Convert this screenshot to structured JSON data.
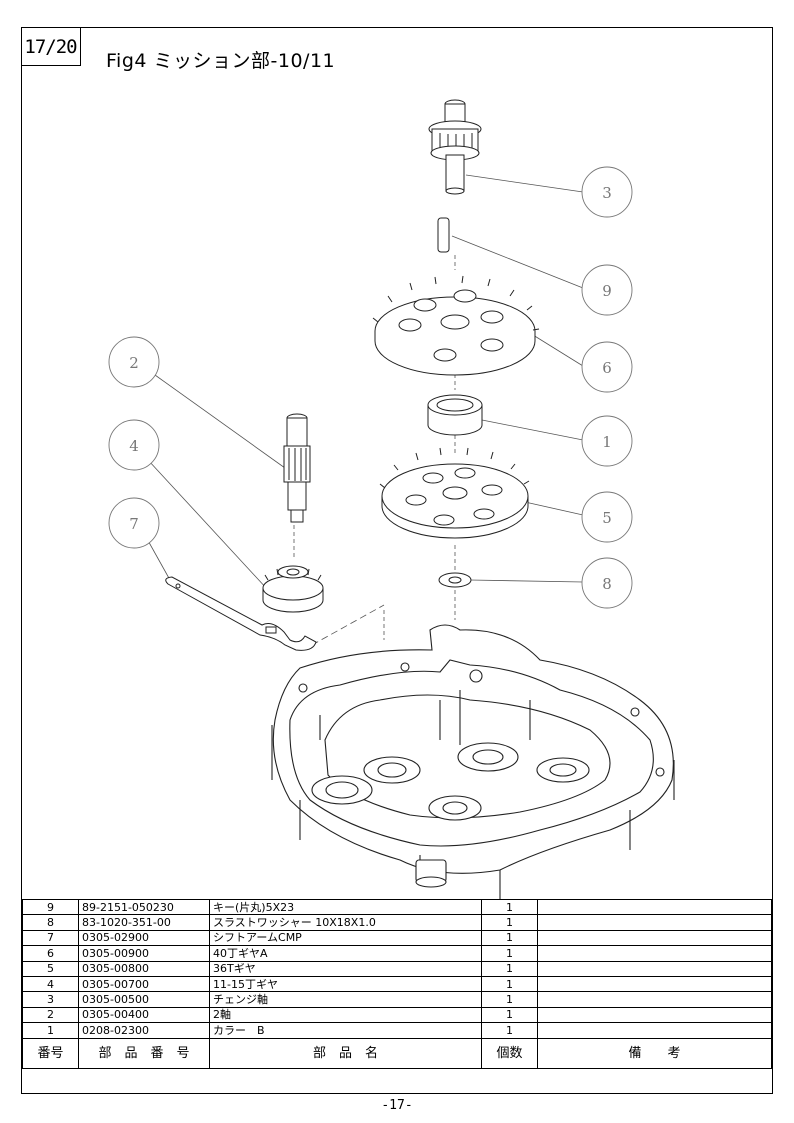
{
  "header": {
    "page_box": "17/20",
    "title": "Fig4 ミッション部-10/11"
  },
  "callouts": [
    "3",
    "9",
    "6",
    "1",
    "5",
    "8",
    "2",
    "4",
    "7"
  ],
  "table": {
    "headers": [
      "番号",
      "部　品　番　号",
      "部　品　名",
      "個数",
      "備　　考"
    ],
    "rows": [
      {
        "no": "9",
        "part_no": "89-2151-050230",
        "name": "キー(片丸)5X23",
        "qty": "1",
        "note": ""
      },
      {
        "no": "8",
        "part_no": "83-1020-351-00",
        "name": "スラストワッシャー 10X18X1.0",
        "qty": "1",
        "note": ""
      },
      {
        "no": "7",
        "part_no": "0305-02900",
        "name": "シフトアームCMP",
        "qty": "1",
        "note": ""
      },
      {
        "no": "6",
        "part_no": "0305-00900",
        "name": "40丁ギヤA",
        "qty": "1",
        "note": ""
      },
      {
        "no": "5",
        "part_no": "0305-00800",
        "name": "36Tギヤ",
        "qty": "1",
        "note": ""
      },
      {
        "no": "4",
        "part_no": "0305-00700",
        "name": "11-15丁ギヤ",
        "qty": "1",
        "note": ""
      },
      {
        "no": "3",
        "part_no": "0305-00500",
        "name": "チェンジ軸",
        "qty": "1",
        "note": ""
      },
      {
        "no": "2",
        "part_no": "0305-00400",
        "name": "2軸",
        "qty": "1",
        "note": ""
      },
      {
        "no": "1",
        "part_no": "0208-02300",
        "name": "カラー　B",
        "qty": "1",
        "note": ""
      }
    ]
  },
  "footer": {
    "page_number": "-17-"
  }
}
